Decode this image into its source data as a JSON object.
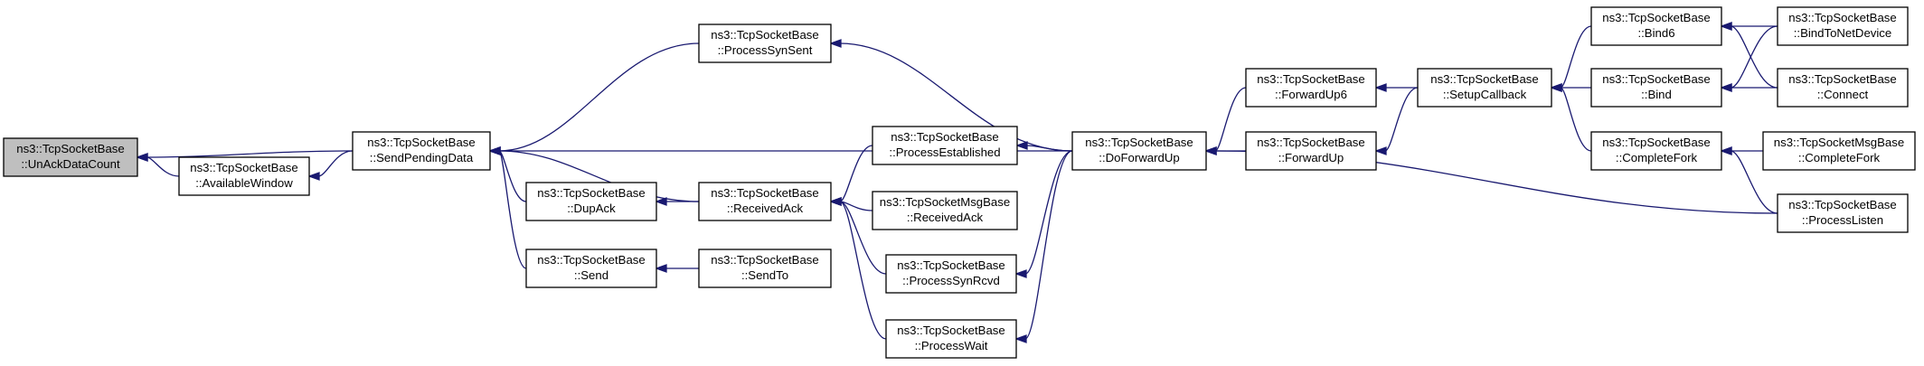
{
  "colors": {
    "edge": "#191970",
    "root_fill": "#bfbfbf",
    "node_fill": "#ffffff",
    "node_border": "#000000"
  },
  "nodes": [
    {
      "id": "unack",
      "line1": "ns3::TcpSocketBase",
      "line2": "::UnAckDataCount",
      "root": true
    },
    {
      "id": "availwin",
      "line1": "ns3::TcpSocketBase",
      "line2": "::AvailableWindow"
    },
    {
      "id": "sendpending",
      "line1": "ns3::TcpSocketBase",
      "line2": "::SendPendingData"
    },
    {
      "id": "procsynsent",
      "line1": "ns3::TcpSocketBase",
      "line2": "::ProcessSynSent"
    },
    {
      "id": "dupack",
      "line1": "ns3::TcpSocketBase",
      "line2": "::DupAck"
    },
    {
      "id": "send",
      "line1": "ns3::TcpSocketBase",
      "line2": "::Send"
    },
    {
      "id": "recvack",
      "line1": "ns3::TcpSocketBase",
      "line2": "::ReceivedAck"
    },
    {
      "id": "sendto",
      "line1": "ns3::TcpSocketBase",
      "line2": "::SendTo"
    },
    {
      "id": "procest",
      "line1": "ns3::TcpSocketBase",
      "line2": "::ProcessEstablished"
    },
    {
      "id": "msgrecvack",
      "line1": "ns3::TcpSocketMsgBase",
      "line2": "::ReceivedAck"
    },
    {
      "id": "procsynrcvd",
      "line1": "ns3::TcpSocketBase",
      "line2": "::ProcessSynRcvd"
    },
    {
      "id": "procwait",
      "line1": "ns3::TcpSocketBase",
      "line2": "::ProcessWait"
    },
    {
      "id": "doforwardup",
      "line1": "ns3::TcpSocketBase",
      "line2": "::DoForwardUp"
    },
    {
      "id": "forwardup6",
      "line1": "ns3::TcpSocketBase",
      "line2": "::ForwardUp6"
    },
    {
      "id": "forwardup",
      "line1": "ns3::TcpSocketBase",
      "line2": "::ForwardUp"
    },
    {
      "id": "setupcb",
      "line1": "ns3::TcpSocketBase",
      "line2": "::SetupCallback"
    },
    {
      "id": "bind6",
      "line1": "ns3::TcpSocketBase",
      "line2": "::Bind6"
    },
    {
      "id": "bind",
      "line1": "ns3::TcpSocketBase",
      "line2": "::Bind"
    },
    {
      "id": "completefork",
      "line1": "ns3::TcpSocketBase",
      "line2": "::CompleteFork"
    },
    {
      "id": "bindtonetdev",
      "line1": "ns3::TcpSocketBase",
      "line2": "::BindToNetDevice"
    },
    {
      "id": "connect",
      "line1": "ns3::TcpSocketBase",
      "line2": "::Connect"
    },
    {
      "id": "msgcompfork",
      "line1": "ns3::TcpSocketMsgBase",
      "line2": "::CompleteFork"
    },
    {
      "id": "proclisten",
      "line1": "ns3::TcpSocketBase",
      "line2": "::ProcessListen"
    }
  ],
  "edges": [
    {
      "from": "availwin",
      "to": "unack"
    },
    {
      "from": "sendpending",
      "to": "unack"
    },
    {
      "from": "sendpending",
      "to": "availwin"
    },
    {
      "from": "procsynsent",
      "to": "sendpending"
    },
    {
      "from": "doforwardup",
      "to": "sendpending"
    },
    {
      "from": "dupack",
      "to": "sendpending"
    },
    {
      "from": "recvack",
      "to": "sendpending"
    },
    {
      "from": "send",
      "to": "sendpending"
    },
    {
      "from": "recvack",
      "to": "dupack"
    },
    {
      "from": "sendto",
      "to": "send"
    },
    {
      "from": "procest",
      "to": "recvack"
    },
    {
      "from": "msgrecvack",
      "to": "recvack"
    },
    {
      "from": "procsynrcvd",
      "to": "recvack"
    },
    {
      "from": "procwait",
      "to": "recvack"
    },
    {
      "from": "doforwardup",
      "to": "procsynsent"
    },
    {
      "from": "doforwardup",
      "to": "procest"
    },
    {
      "from": "doforwardup",
      "to": "procsynrcvd"
    },
    {
      "from": "doforwardup",
      "to": "procwait"
    },
    {
      "from": "forwardup6",
      "to": "doforwardup"
    },
    {
      "from": "forwardup",
      "to": "doforwardup"
    },
    {
      "from": "setupcb",
      "to": "forwardup6"
    },
    {
      "from": "setupcb",
      "to": "forwardup"
    },
    {
      "from": "bind6",
      "to": "setupcb"
    },
    {
      "from": "bind",
      "to": "setupcb"
    },
    {
      "from": "completefork",
      "to": "setupcb"
    },
    {
      "from": "bindtonetdev",
      "to": "bind6"
    },
    {
      "from": "connect",
      "to": "bind6"
    },
    {
      "from": "bindtonetdev",
      "to": "bind"
    },
    {
      "from": "connect",
      "to": "bind"
    },
    {
      "from": "msgcompfork",
      "to": "completefork"
    },
    {
      "from": "proclisten",
      "to": "completefork"
    },
    {
      "from": "proclisten",
      "to": "doforwardup"
    }
  ]
}
